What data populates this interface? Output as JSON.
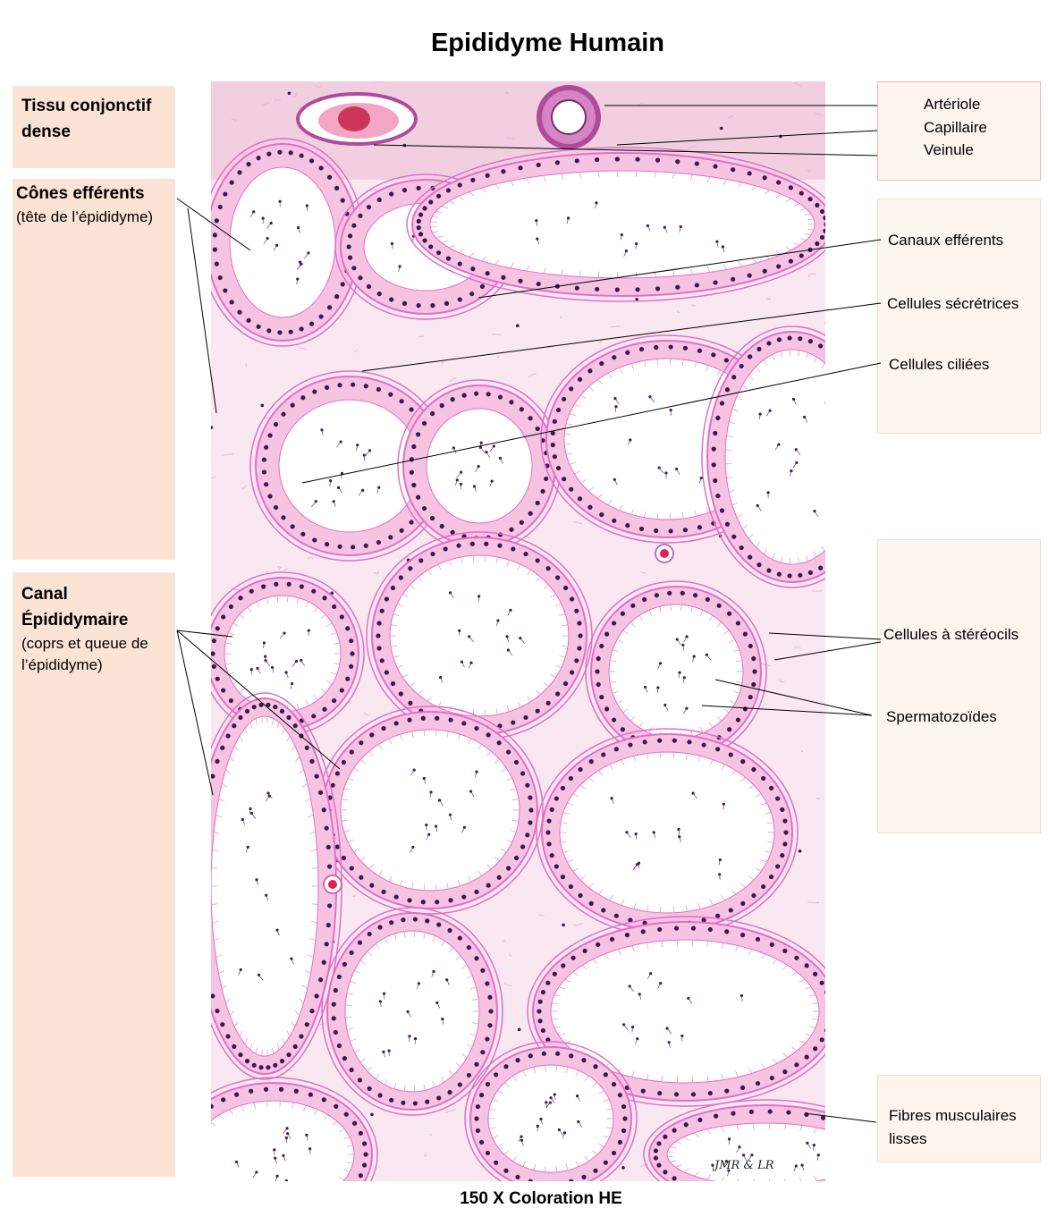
{
  "title": "Epididyme Humain",
  "caption": "150 X Coloration HE",
  "signature": "JMR  & LR",
  "left_boxes": {
    "tissu": {
      "heading": "Tissu conjonctif dense"
    },
    "cones": {
      "heading": "Cônes efférents",
      "sub": "(tête de l’épididyme)"
    },
    "canal": {
      "heading": "Canal Épididymaire",
      "sub": "(coprs et queue de l’épididyme)"
    }
  },
  "right_labels": {
    "arteriole": "Artériole",
    "capillaire": "Capillaire",
    "veinule": "Veinule",
    "canaux_efferents": "Canaux efférents",
    "cellules_secretrices": "Cellules sécrétrices",
    "cellules_ciliees": "Cellules ciliées",
    "cellules_stereocils": "Cellules à stéréocils",
    "spermatozoides": "Spermatozoïdes",
    "fibres_musculaires": "Fibres musculaires lisses"
  },
  "colors": {
    "stroma": "#f9e7f1",
    "dense_tissue": "#f1cfe0",
    "epithelium": "#f6c3e2",
    "membrane": "#e070c8",
    "nucleus": "#3a1850",
    "blood": "#e0205a",
    "left_box": "#fbe4d5",
    "right_box": "#fef5ef"
  }
}
